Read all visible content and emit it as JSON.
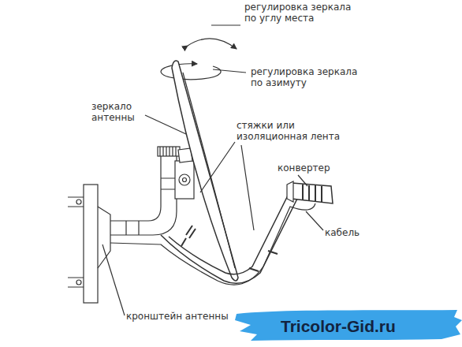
{
  "diagram": {
    "labels": [
      "регулировка зеркала по углу места",
      "регулировка зеркала по азимуту",
      "зеркало антенны",
      "стяжки или изоляционная лента",
      "конвертер",
      "кабель",
      "кронштейн антенны",
      "Tricolor-Gid.ru"
    ]
  }
}
